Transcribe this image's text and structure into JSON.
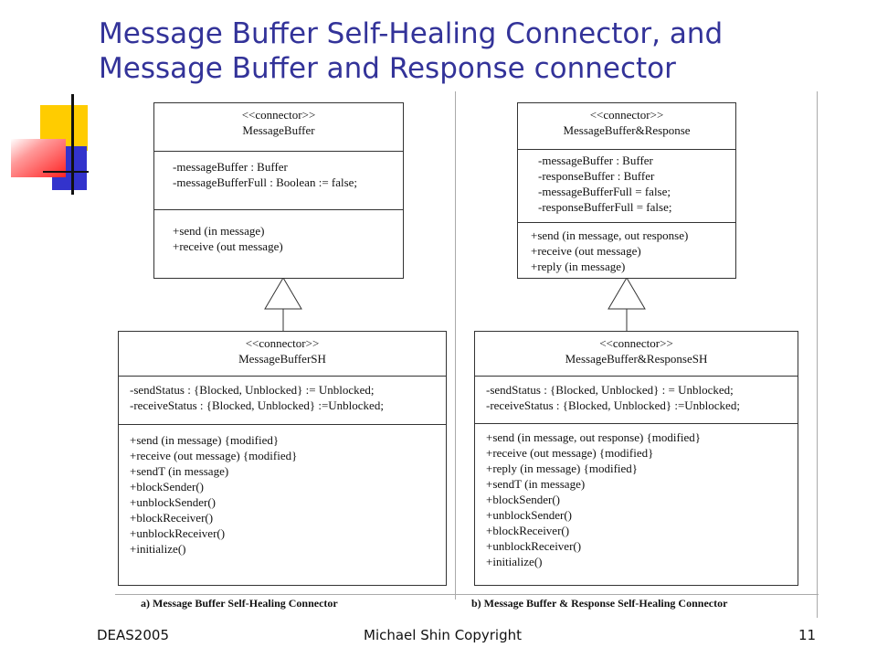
{
  "slide": {
    "title": "Message Buffer Self-Healing Connector, and Message Buffer and Response connector"
  },
  "diagram": {
    "left": {
      "parent": {
        "stereotype": "<<connector>>",
        "name": "MessageBuffer",
        "attributes": [
          "-messageBuffer : Buffer",
          "-messageBufferFull : Boolean := false;"
        ],
        "operations": [
          "+send (in message)",
          "+receive (out message)"
        ]
      },
      "child": {
        "stereotype": "<<connector>>",
        "name": "MessageBufferSH",
        "attributes": [
          "-sendStatus : {Blocked, Unblocked} := Unblocked;",
          "-receiveStatus : {Blocked, Unblocked} :=Unblocked;"
        ],
        "operations": [
          "+send (in message) {modified}",
          "+receive (out message) {modified}",
          "+sendT (in message)",
          "+blockSender()",
          "+unblockSender()",
          "+blockReceiver()",
          "+unblockReceiver()",
          "+initialize()"
        ]
      },
      "caption": "a) Message Buffer Self-Healing Connector"
    },
    "right": {
      "parent": {
        "stereotype": "<<connector>>",
        "name": "MessageBuffer&Response",
        "attributes": [
          "-messageBuffer : Buffer",
          "-responseBuffer : Buffer",
          "-messageBufferFull = false;",
          "-responseBufferFull = false;"
        ],
        "operations": [
          "+send (in message, out response)",
          "+receive (out message)",
          "+reply (in message)"
        ]
      },
      "child": {
        "stereotype": "<<connector>>",
        "name": "MessageBuffer&ResponseSH",
        "attributes": [
          "-sendStatus : {Blocked, Unblocked} : = Unblocked;",
          "-receiveStatus : {Blocked, Unblocked} :=Unblocked;"
        ],
        "operations": [
          "+send (in message, out response) {modified}",
          "+receive (out message) {modified}",
          "+reply (in message) {modified}",
          "+sendT (in message)",
          "+blockSender()",
          "+unblockSender()",
          "+blockReceiver()",
          "+unblockReceiver()",
          "+initialize()"
        ]
      },
      "caption": "b) Message Buffer & Response Self-Healing Connector"
    }
  },
  "footer": {
    "left": "DEAS2005",
    "center": "Michael Shin Copyright",
    "page_number": "11"
  },
  "colors": {
    "title": "#333399",
    "deco_yellow": "#ffcc00",
    "deco_blue": "#3333cc",
    "deco_red": "#ff2222"
  }
}
